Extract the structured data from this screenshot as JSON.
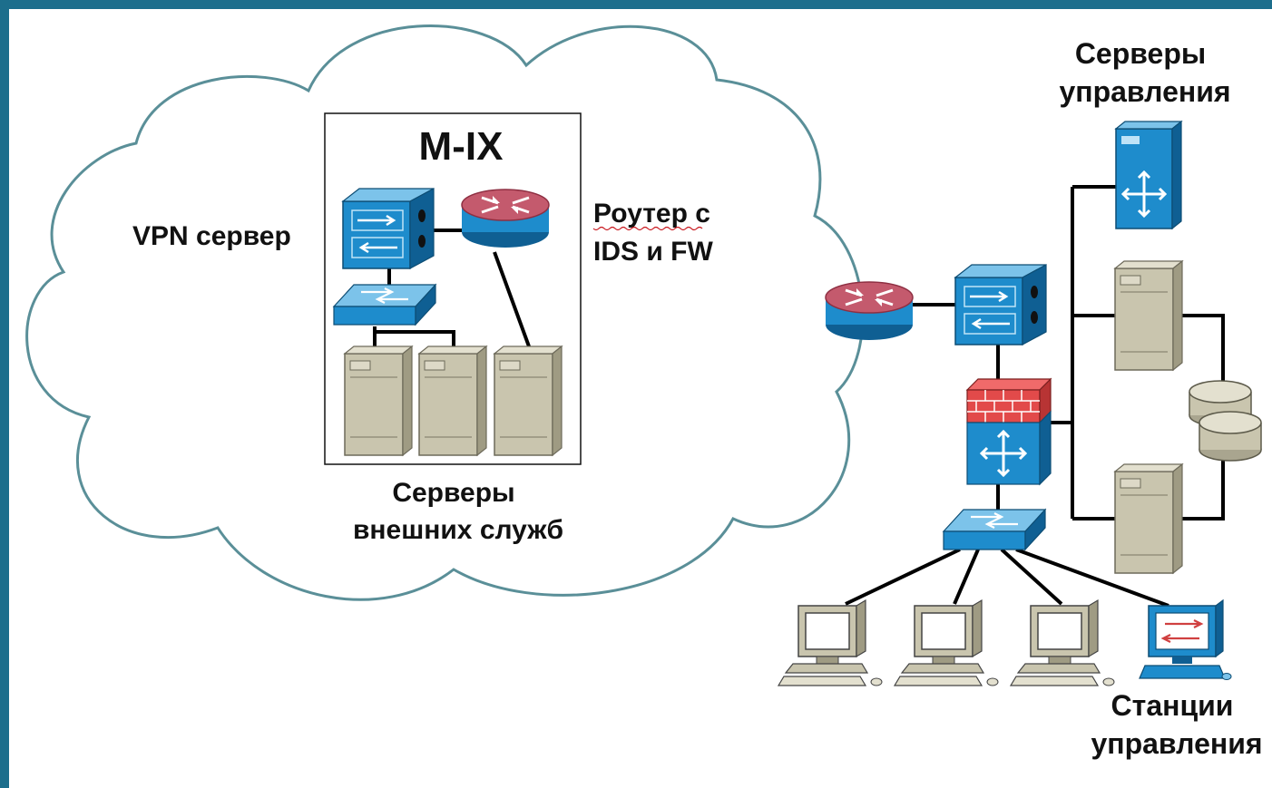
{
  "labels": {
    "mix": "M-IX",
    "vpn_server": "VPN сервер",
    "router_ids_fw_line1": "Роутер с",
    "router_ids_fw_line2": "IDS и FW",
    "external_servers_line1": "Серверы",
    "external_servers_line2": "внешних служб",
    "mgmt_servers_line1": "Серверы",
    "mgmt_servers_line2": "управления",
    "mgmt_stations_line1": "Станции",
    "mgmt_stations_line2": "управления"
  },
  "colors": {
    "frame": "#1c6e8c",
    "cloud_outline": "#5a8f98",
    "device_blue": "#1e8ccc",
    "device_blue_dark": "#0f5f93",
    "router_red": "#c2566a",
    "firewall_brick": "#e24a4a",
    "server_beige": "#c8c4ad",
    "link": "#000000"
  },
  "icons": [
    "vpn-concentrator-icon",
    "router-icon",
    "switch-icon",
    "server-tower-icon",
    "firewall-icon",
    "disk-storage-icon",
    "workstation-icon",
    "management-station-icon"
  ]
}
